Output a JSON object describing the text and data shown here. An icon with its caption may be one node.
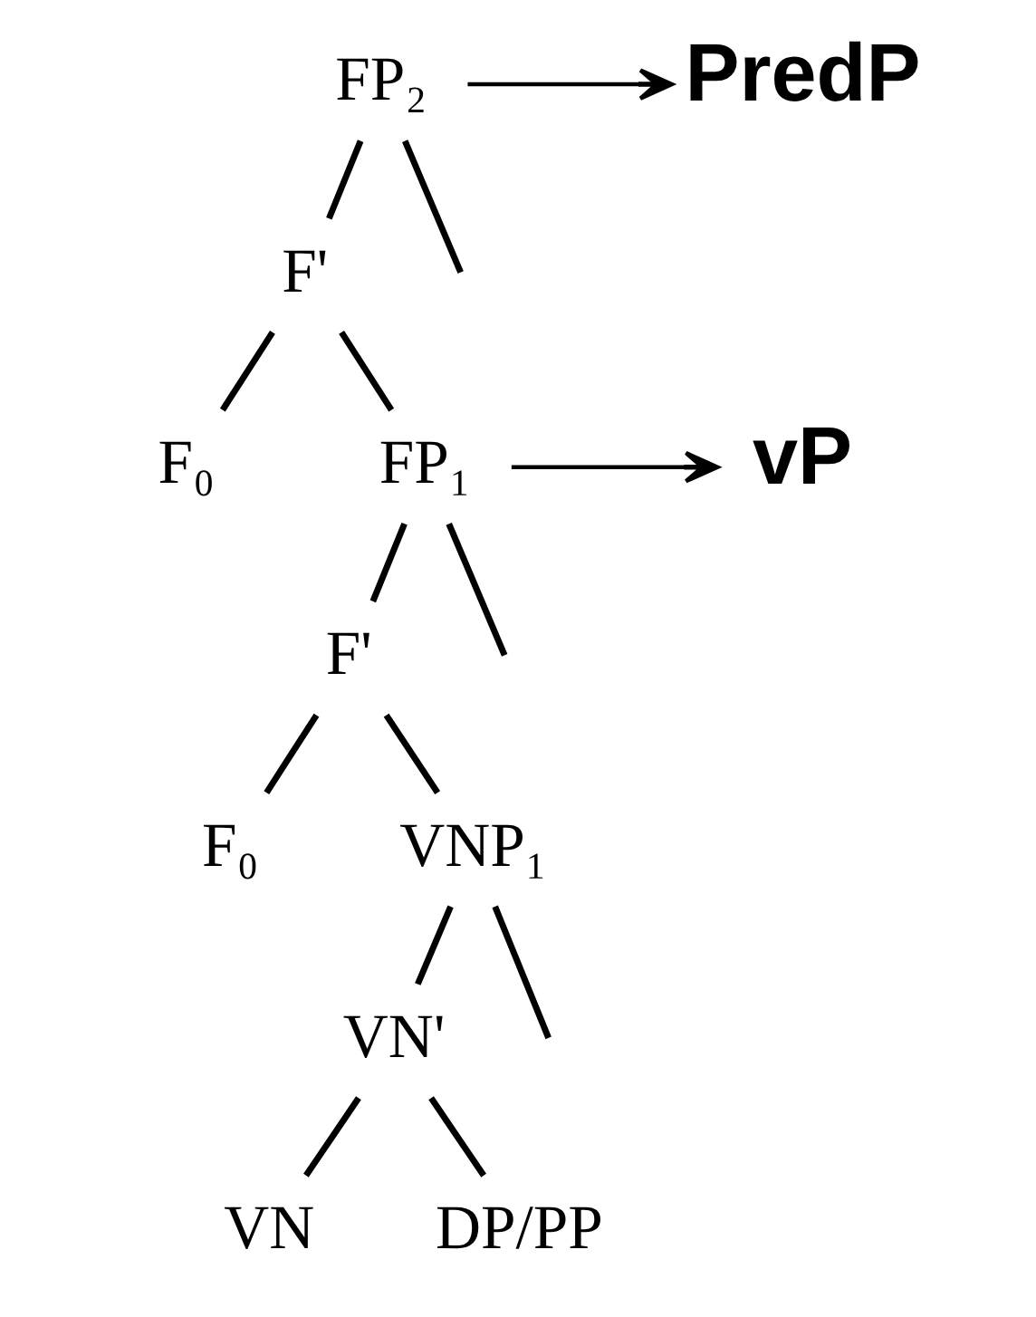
{
  "diagram": {
    "nodes": [
      {
        "text": [
          "FP₂"
        ]
      },
      {
        "text": [
          "PredP"
        ]
      },
      {
        "text": [
          "F'"
        ]
      },
      {
        "text": [
          "F₀"
        ]
      },
      {
        "text": [
          "FP₁"
        ]
      },
      {
        "text": [
          "vP"
        ]
      },
      {
        "text": [
          "F'"
        ]
      },
      {
        "text": [
          "F₀"
        ]
      },
      {
        "text": [
          "VNP₁"
        ]
      },
      {
        "text": [
          "VN'"
        ]
      },
      {
        "text": [
          "VN"
        ]
      },
      {
        "text": [
          "DP/PP"
        ]
      }
    ],
    "edges": [
      {
        "from": 0,
        "to": null,
        "arrow": "none"
      },
      {
        "from": 0,
        "to": 2,
        "arrow": "none"
      },
      {
        "from": 0,
        "to": 1,
        "arrow": "to"
      },
      {
        "from": 2,
        "to": 3,
        "arrow": "none"
      },
      {
        "from": 2,
        "to": 4,
        "arrow": "none"
      },
      {
        "from": 4,
        "to": 5,
        "arrow": "to"
      },
      {
        "from": 4,
        "to": null,
        "arrow": "none"
      },
      {
        "from": 4,
        "to": 6,
        "arrow": "none"
      },
      {
        "from": 6,
        "to": 7,
        "arrow": "none"
      },
      {
        "from": 6,
        "to": 8,
        "arrow": "none"
      },
      {
        "from": 8,
        "to": null,
        "arrow": "none"
      },
      {
        "from": 8,
        "to": 9,
        "arrow": "none"
      },
      {
        "from": 9,
        "to": 10,
        "arrow": "none"
      },
      {
        "from": 9,
        "to": 11,
        "arrow": "none"
      }
    ]
  }
}
